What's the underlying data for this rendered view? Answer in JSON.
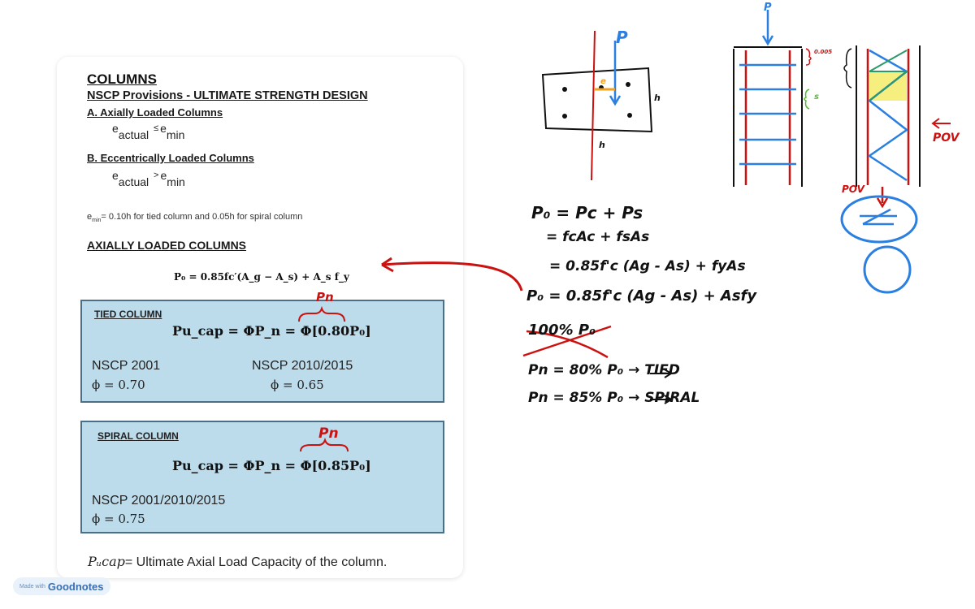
{
  "doc": {
    "title": "COLUMNS",
    "subtitle": "NSCP Provisions - ULTIMATE STRENGTH DESIGN",
    "section_a": "A. Axially Loaded Columns",
    "section_b": "B. Eccentrically Loaded Columns",
    "eq_e": "e",
    "eq_actual": "actual",
    "eq_min": "min",
    "eq_le": "≤",
    "eq_gt": ">",
    "emin_e": "e",
    "emin_sub": "min",
    "emin_note": "= 0.10h for tied column and 0.05h for spiral column",
    "axial_title": "AXIALLY LOADED COLUMNS",
    "formula_p0": "P₀ = 0.85fc′(A_g − A_s) + A_s f_y",
    "tied": {
      "title": "TIED COLUMN",
      "formula": "Pu_cap = ΦP_n = Φ[0.80P₀]",
      "col1_label": "NSCP 2001",
      "col1_phi": "ϕ = 0.70",
      "col2_label": "NSCP 2010/2015",
      "col2_phi": "ϕ = 0.65"
    },
    "spiral": {
      "title": "SPIRAL COLUMN",
      "formula": "Pu_cap = ΦP_n = Φ[0.85P₀]",
      "label": "NSCP 2001/2010/2015",
      "phi": "ϕ = 0.75"
    },
    "footer_sym": "Pᵤcap",
    "footer_text": "= Ultimate Axial Load Capacity of the column."
  },
  "handwriting": {
    "pn_tied": "Pn",
    "pn_spiral": "Pn",
    "p_top": "P",
    "p_top2": "P",
    "e_small": "e",
    "h_small": "h",
    "h_small2": "h",
    "dim_small": "0.005",
    "s_label": "s",
    "pov_right": "POV",
    "pov_left": "POV",
    "line1": "P₀ = Pc + Ps",
    "line2": "= fcAc + fsAs",
    "line3": "= 0.85f'c (Ag - As) + fyAs",
    "line4": "P₀ = 0.85f'c (Ag - As) + Asfy",
    "line5": "100% P₀",
    "line6": "Pn = 80% P₀ → TIED",
    "line7": "Pn = 85% P₀ → SPIRAL"
  },
  "badge": {
    "made_with": "Made with",
    "brand": "Goodnotes"
  },
  "colors": {
    "box_fill": "#bcdcec",
    "box_border": "#4a6f86",
    "ink_red": "#cc1111",
    "ink_blue": "#2a7fe0",
    "ink_black": "#111111",
    "ink_orange": "#f0a020",
    "ink_green": "#55bb33",
    "highlight_yellow": "#f7ee80"
  }
}
